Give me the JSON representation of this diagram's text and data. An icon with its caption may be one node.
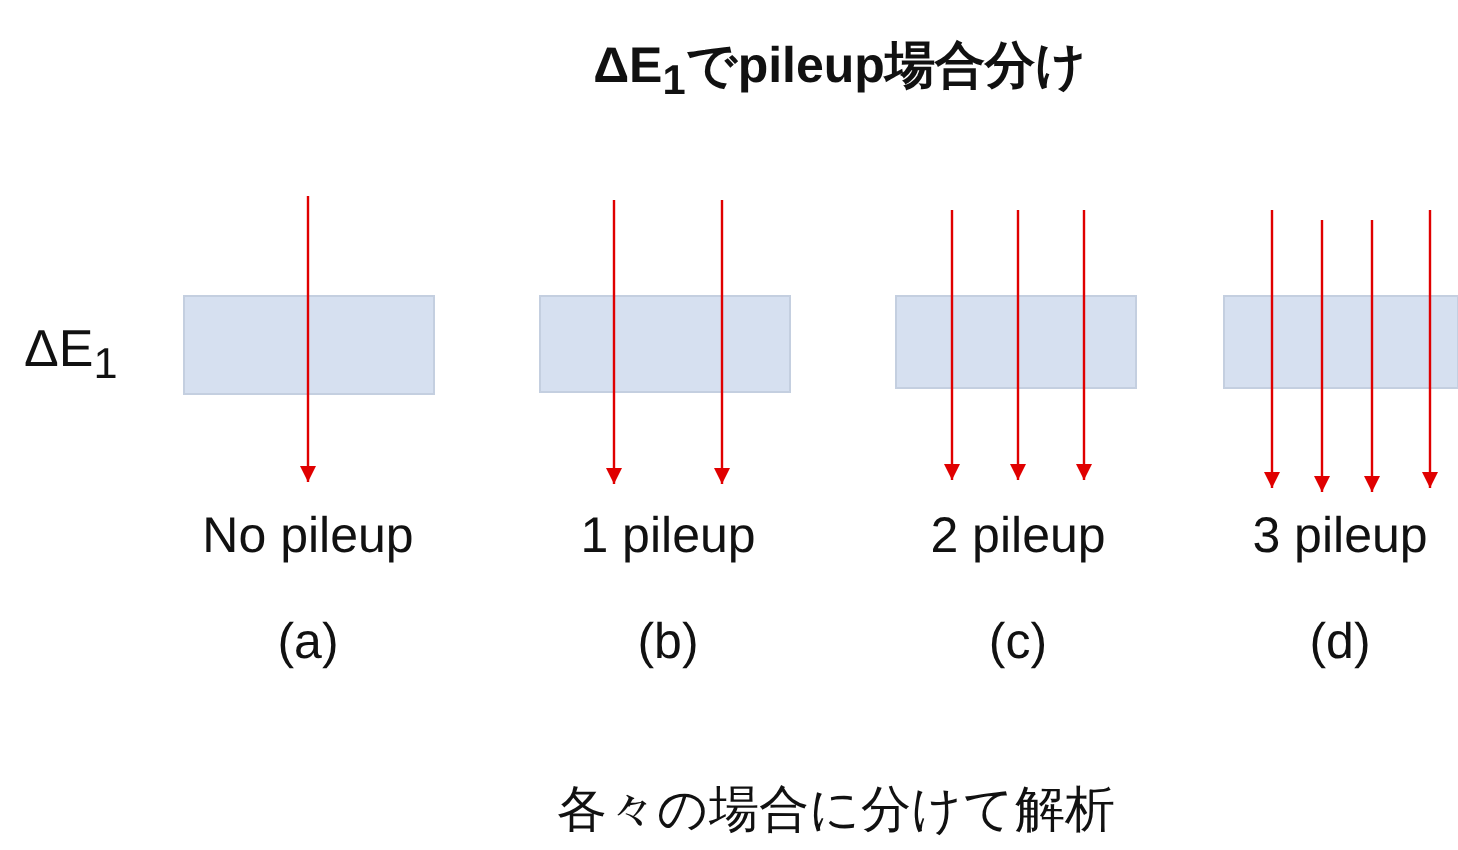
{
  "diagram": {
    "title": "ΔE$_{1}$でpileup場合分け",
    "caption": "各々の場合に分けて解析",
    "labels": [
      "ΔE$_{1}$",
      "No pileup",
      "1 pileup",
      "2 pileup",
      "3 pileup",
      "(a)",
      "(b)",
      "(c)",
      "(d)"
    ]
  }
}
